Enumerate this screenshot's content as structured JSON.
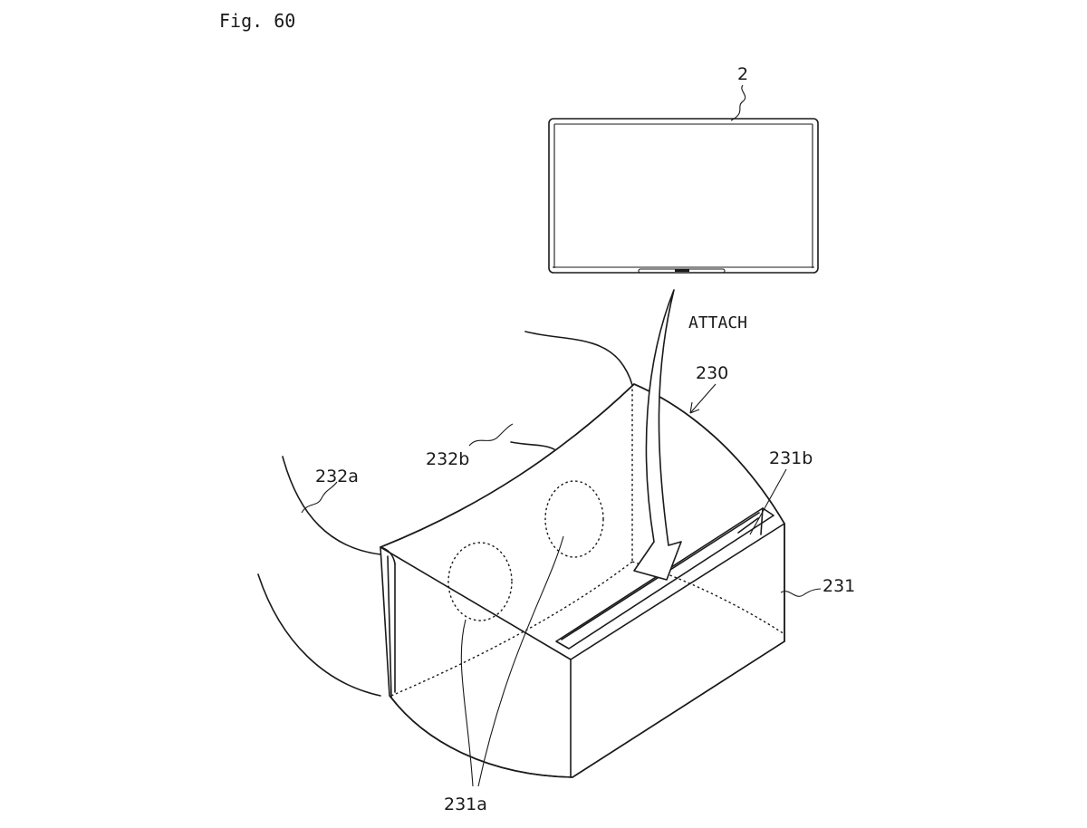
{
  "figure": {
    "title": "Fig. 60",
    "action_label": "ATTACH",
    "reference_numerals": {
      "device": "2",
      "assembly": "230",
      "housing": "231",
      "slot": "231b",
      "lens_openings": "231a",
      "head_strap_a": "232a",
      "head_strap_b": "232b"
    }
  }
}
